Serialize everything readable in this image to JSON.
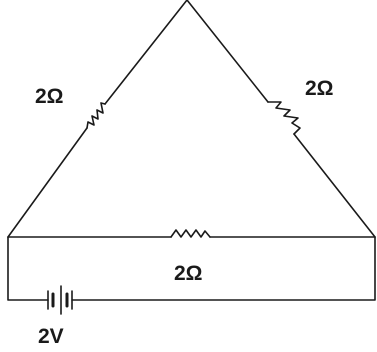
{
  "resistors": {
    "left": {
      "label": "2Ω"
    },
    "right": {
      "label": "2Ω"
    },
    "bottom": {
      "label": "2Ω"
    }
  },
  "battery": {
    "label": "2V"
  },
  "colors": {
    "ink": "#1a1a1a",
    "background": "#ffffff"
  }
}
